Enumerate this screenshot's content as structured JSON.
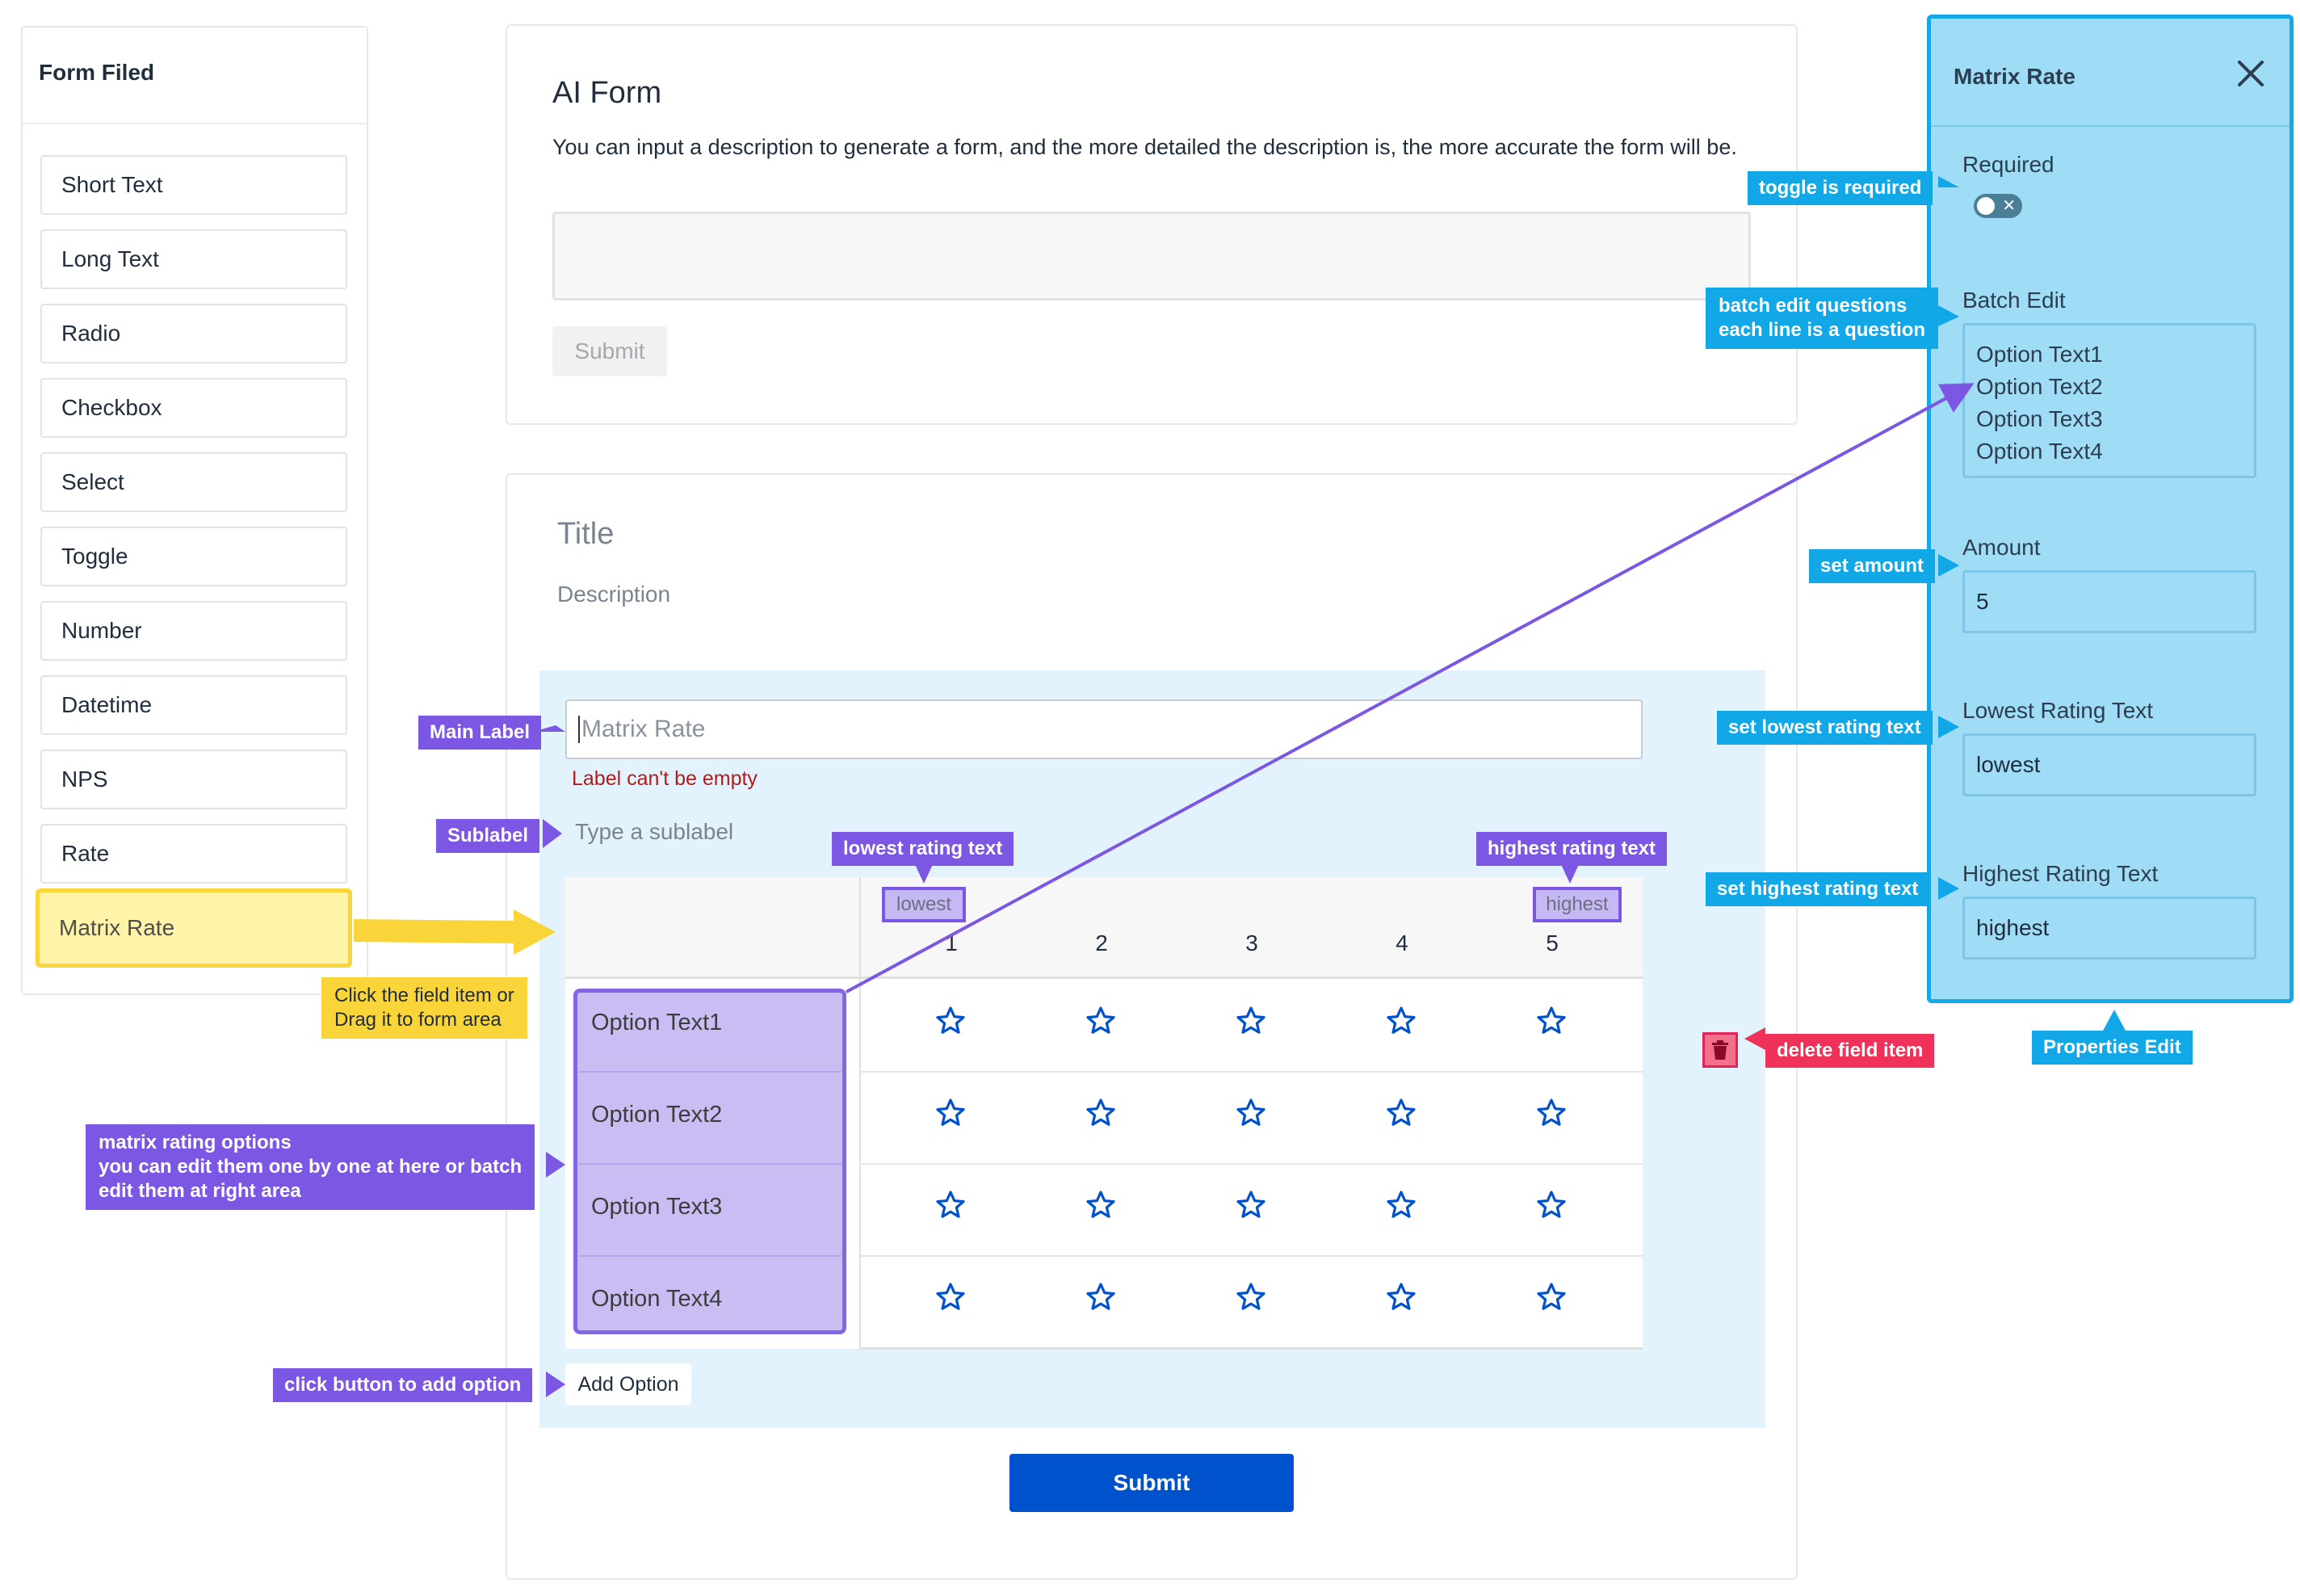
{
  "palette": {
    "title": "Form Filed",
    "items": [
      "Short Text",
      "Long Text",
      "Radio",
      "Checkbox",
      "Select",
      "Toggle",
      "Number",
      "Datetime",
      "NPS",
      "Rate",
      "Matrix Rate"
    ]
  },
  "ai_form": {
    "title": "AI Form",
    "description": "You can input a description to generate a form, and the more detailed the description is, the more accurate the form will be.",
    "submit_label": "Submit"
  },
  "form": {
    "title": "Title",
    "description": "Description",
    "main_label_value": "Matrix Rate",
    "label_error": "Label can't be empty",
    "sublabel_placeholder": "Type a sublabel",
    "lowest_tag": "lowest",
    "highest_tag": "highest",
    "columns": [
      "1",
      "2",
      "3",
      "4",
      "5"
    ],
    "rows": [
      "Option Text1",
      "Option Text2",
      "Option Text3",
      "Option Text4"
    ],
    "add_option_label": "Add Option",
    "submit_label": "Submit"
  },
  "properties": {
    "title": "Matrix Rate",
    "required_label": "Required",
    "batch_label": "Batch Edit",
    "batch_lines": [
      "Option Text1",
      "Option Text2",
      "Option Text3",
      "Option Text4"
    ],
    "amount_label": "Amount",
    "amount_value": "5",
    "lowest_label": "Lowest Rating Text",
    "lowest_value": "lowest",
    "highest_label": "Highest Rating Text",
    "highest_value": "highest"
  },
  "callouts": {
    "main_label": "Main Label",
    "sublabel": "Sublabel",
    "lowest_rating": "lowest rating text",
    "highest_rating": "highest rating text",
    "click_drag_1": "Click the field item or",
    "click_drag_2": "Drag it to form area",
    "matrix_1": "matrix rating options",
    "matrix_2": "you can edit them one by one at here or batch",
    "matrix_3": "edit them at right area",
    "add_option": "click button to add option",
    "delete_item": "delete field item",
    "toggle_required": "toggle is required",
    "batch_1": "batch edit questions",
    "batch_2": "each line is a question",
    "set_amount": "set amount",
    "set_lowest": "set lowest rating text",
    "set_highest": "set highest rating text",
    "properties_edit": "Properties Edit"
  },
  "colors": {
    "primary": "#0052cc",
    "callout_purple": "#7b57e4",
    "callout_blue": "#12a8e8",
    "callout_red": "#f0325a",
    "highlight_yellow": "#fad53a"
  }
}
